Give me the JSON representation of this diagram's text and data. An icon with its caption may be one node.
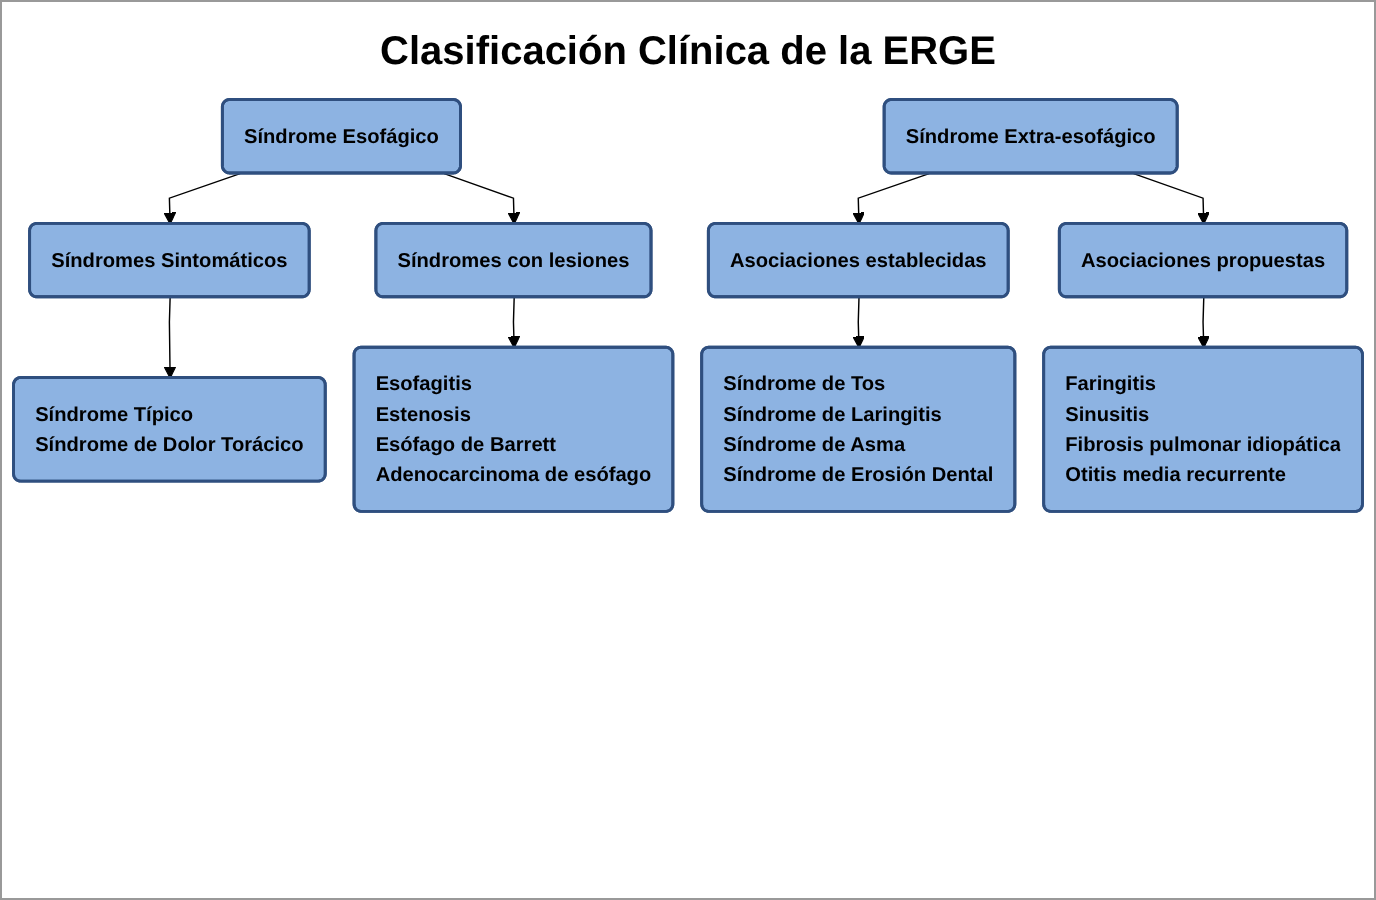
{
  "diagram": {
    "title": "Clasificación Clínica de la ERGE",
    "nodes": [
      {
        "text": [
          "Síndrome Esofágico"
        ]
      },
      {
        "text": [
          "Síndrome Extra-esofágico"
        ]
      },
      {
        "text": [
          "Síndromes Sintomáticos"
        ]
      },
      {
        "text": [
          "Síndromes con lesiones"
        ]
      },
      {
        "text": [
          "Asociaciones establecidas"
        ]
      },
      {
        "text": [
          "Asociaciones propuestas"
        ]
      },
      {
        "text": [
          "Síndrome Típico",
          "Síndrome de Dolor Torácico"
        ]
      },
      {
        "text": [
          "Esofagitis",
          "Estenosis",
          "Esófago de Barrett",
          "Adenocarcinoma de esófago"
        ]
      },
      {
        "text": [
          "Síndrome de Tos",
          "Síndrome de Laringitis",
          "Síndrome de Asma",
          "Síndrome de Erosión Dental"
        ]
      },
      {
        "text": [
          "Faringitis",
          "Sinusitis",
          "Fibrosis pulmonar idiopática",
          "Otitis media recurrente"
        ]
      }
    ],
    "edges": [
      {
        "from": 0,
        "to": 2,
        "arrow": "to"
      },
      {
        "from": 0,
        "to": 3,
        "arrow": "to"
      },
      {
        "from": 1,
        "to": 4,
        "arrow": "to"
      },
      {
        "from": 1,
        "to": 5,
        "arrow": "to"
      },
      {
        "from": 2,
        "to": 6,
        "arrow": "to"
      },
      {
        "from": 3,
        "to": 7,
        "arrow": "to"
      },
      {
        "from": 4,
        "to": 8,
        "arrow": "to"
      },
      {
        "from": 5,
        "to": 9,
        "arrow": "to"
      }
    ]
  }
}
